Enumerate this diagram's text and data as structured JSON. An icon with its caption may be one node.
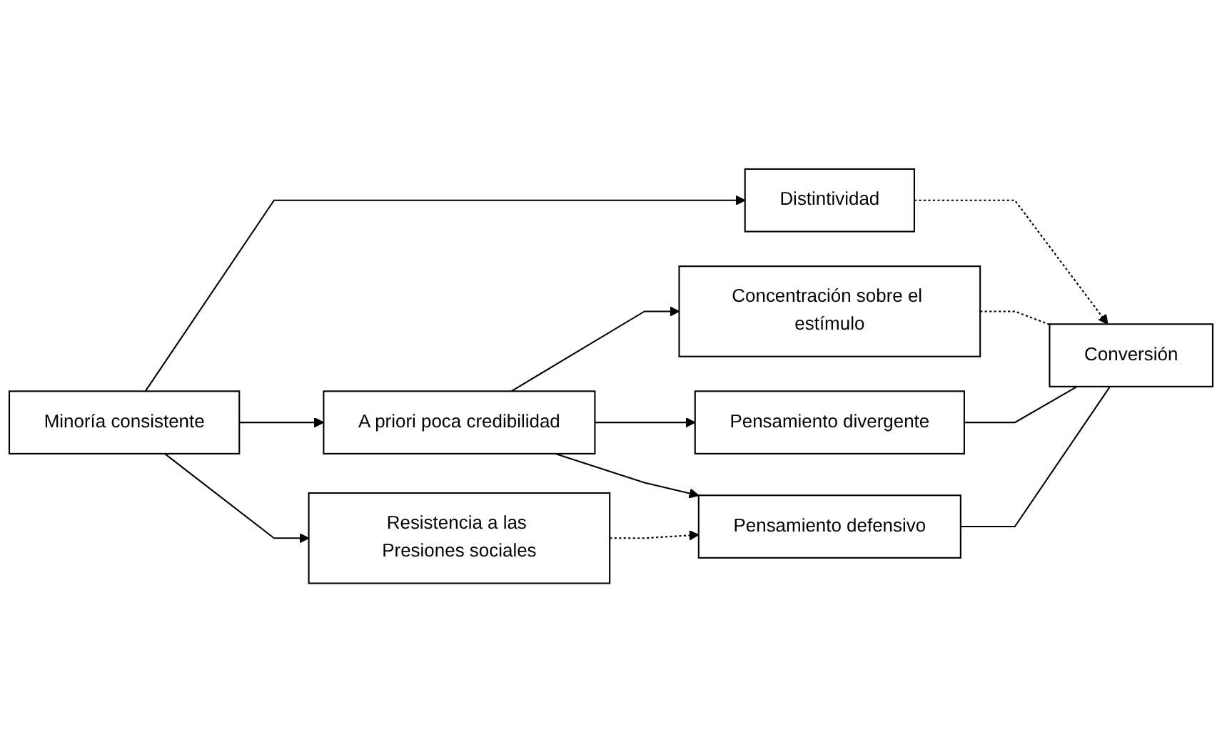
{
  "diagram": {
    "nodes": [
      {
        "text": [
          "Minoría consistente"
        ]
      },
      {
        "text": [
          "Distintividad"
        ]
      },
      {
        "text": [
          "A priori poca credibilidad"
        ]
      },
      {
        "text": [
          "Resistencia a las Presiones sociales"
        ]
      },
      {
        "text": [
          "Concentración sobre el estímulo"
        ]
      },
      {
        "text": [
          "Pensamiento divergente"
        ]
      },
      {
        "text": [
          "Pensamiento defensivo"
        ]
      },
      {
        "text": [
          "Conversión"
        ]
      }
    ],
    "edges": [
      {
        "from": 0,
        "to": 1,
        "arrow": "to"
      },
      {
        "from": 0,
        "to": 2,
        "arrow": "to"
      },
      {
        "from": 0,
        "to": 3,
        "arrow": "to"
      },
      {
        "from": 1,
        "to": 7,
        "arrow": "to",
        "style": "dashed"
      },
      {
        "from": 2,
        "to": 4,
        "arrow": "to"
      },
      {
        "from": 2,
        "to": 5,
        "arrow": "to"
      },
      {
        "from": 2,
        "to": 6,
        "arrow": "to"
      },
      {
        "from": 3,
        "to": 6,
        "arrow": "to",
        "style": "dashed"
      },
      {
        "from": 4,
        "to": 7,
        "arrow": "none",
        "style": "dashed"
      },
      {
        "from": 5,
        "to": 7,
        "arrow": "none"
      },
      {
        "from": 6,
        "to": 7,
        "arrow": "none"
      }
    ]
  }
}
